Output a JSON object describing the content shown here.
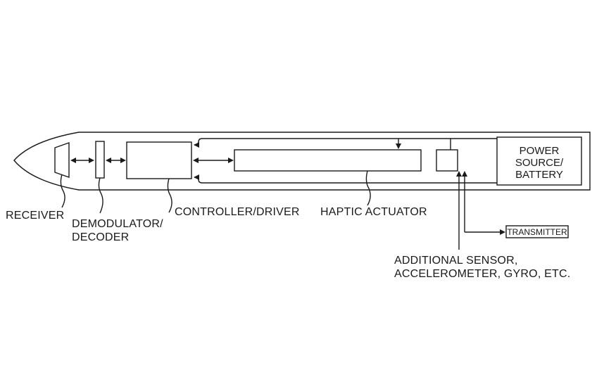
{
  "labels": {
    "receiver": "RECEIVER",
    "demodulator_line1": "DEMODULATOR/",
    "demodulator_line2": "DECODER",
    "controller": "CONTROLLER/DRIVER",
    "haptic_actuator": "HAPTIC ACTUATOR",
    "sensor_line1": "ADDITIONAL SENSOR,",
    "sensor_line2": "ACCELEROMETER, GYRO, ETC.",
    "transmitter": "TRANSMITTER",
    "power_line1": "POWER",
    "power_line2": "SOURCE/",
    "power_line3": "BATTERY"
  }
}
